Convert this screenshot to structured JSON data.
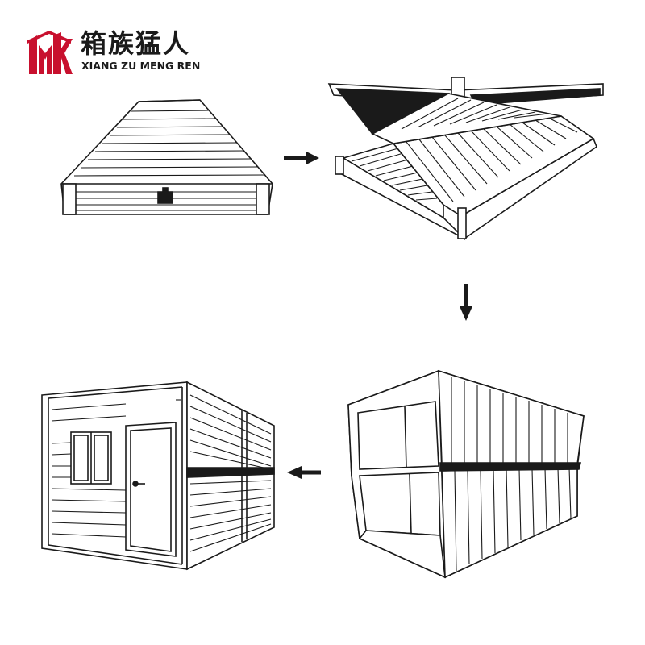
{
  "brand": {
    "name_cn": "箱族猛人",
    "name_en": "XIANG ZU MENG REN",
    "color": "#c8102e"
  },
  "steps": [
    {
      "name": "folded-container",
      "icon": "folded-house-icon"
    },
    {
      "name": "unfolding-walls",
      "icon": "unfolding-house-icon"
    },
    {
      "name": "open-frame",
      "icon": "open-frame-house-icon"
    },
    {
      "name": "finished-house",
      "icon": "finished-house-icon"
    }
  ],
  "arrows": [
    "right",
    "down",
    "left"
  ],
  "colors": {
    "line": "#1a1a1a",
    "fill": "#ffffff",
    "accent": "#c8102e"
  }
}
